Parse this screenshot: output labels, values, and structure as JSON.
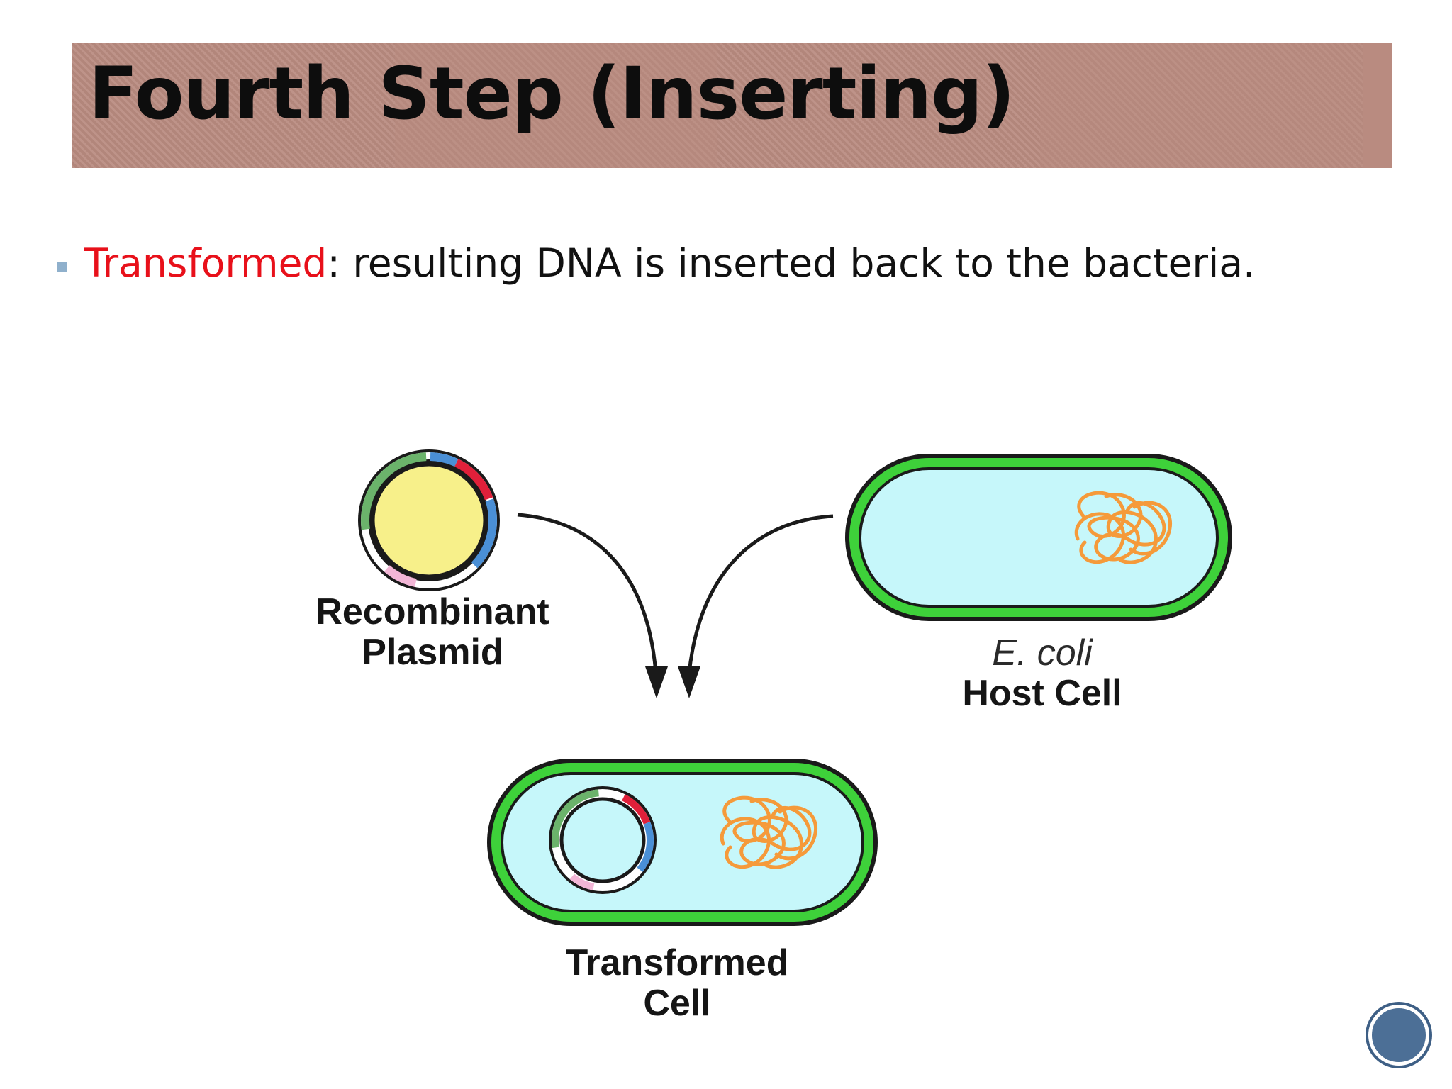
{
  "slide": {
    "title": "Fourth Step (Inserting)",
    "bullet": {
      "term": "Transformed",
      "rest": ": resulting DNA is inserted back to the bacteria."
    }
  },
  "diagram": {
    "plasmid_label_line1": "Recombinant",
    "plasmid_label_line2": "Plasmid",
    "host_label_line1": "E. coli",
    "host_label_line2": "Host Cell",
    "result_label_line1": "Transformed",
    "result_label_line2": "Cell"
  },
  "colors": {
    "title_bar": "#b98b80",
    "term": "#e8101a",
    "bullet_marker": "#8fb0cc",
    "cell_wall": "#3ed13a",
    "cytoplasm": "#c6f7fa",
    "plasmid_fill": "#f7f08a",
    "chromosome": "#f59a3a",
    "nav_button": "#4c6f96"
  },
  "icons": {
    "nav_button": "circle-button-icon"
  }
}
